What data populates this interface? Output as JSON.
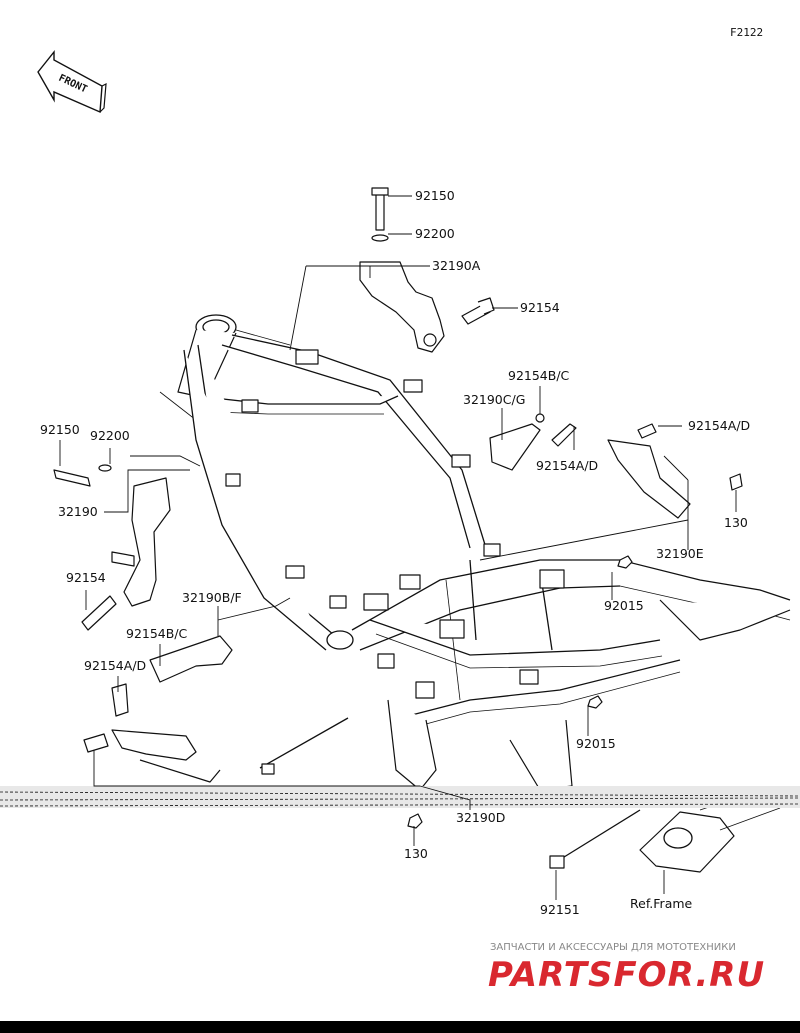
{
  "diagram_code": "F2122",
  "front_label": "FRONT",
  "parts": {
    "p1": "92150",
    "p2": "92200",
    "p3": "32190A",
    "p4": "92154",
    "p5": "92154B/C",
    "p6": "32190C/G",
    "p7": "92154A/D",
    "p8": "92154A/D",
    "p9": "130",
    "p10": "32190E",
    "p11": "92150",
    "p12": "92200",
    "p13": "32190",
    "p14": "92154",
    "p15": "32190B/F",
    "p16": "92154B/C",
    "p17": "92154A/D",
    "p18": "92015",
    "p19": "92015",
    "p20": "32190D",
    "p21": "130",
    "p22": "92151",
    "p23": "Ref.Frame"
  },
  "watermark": {
    "tagline": "ЗАПЧАСТИ И АКСЕССУАРЫ ДЛЯ МОТОТЕХНИКИ",
    "brand": "PARTSFOR.RU"
  },
  "colors": {
    "line": "#111111",
    "brand_red": "#d9282f",
    "brand_dark": "#2b2b2b"
  }
}
